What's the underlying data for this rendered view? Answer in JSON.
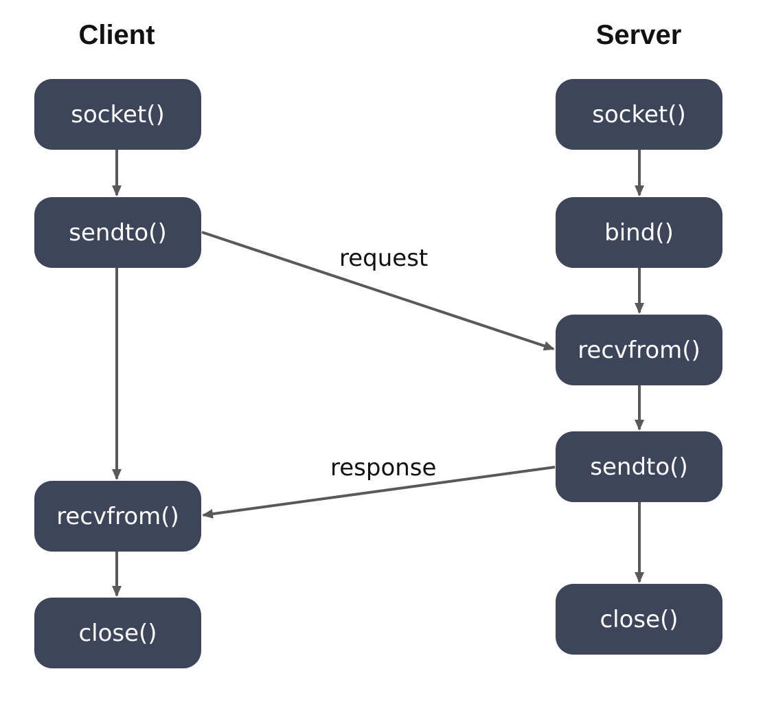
{
  "columns": {
    "client": {
      "title": "Client",
      "steps": {
        "socket": "socket()",
        "sendto": "sendto()",
        "recvfrom": "recvfrom()",
        "close": "close()"
      }
    },
    "server": {
      "title": "Server",
      "steps": {
        "socket": "socket()",
        "bind": "bind()",
        "recvfrom": "recvfrom()",
        "sendto": "sendto()",
        "close": "close()"
      }
    }
  },
  "messages": {
    "request": "request",
    "response": "response"
  },
  "colors": {
    "node_fill": "#3c4559",
    "node_text": "#ffffff",
    "arrow": "#595959",
    "text": "#111111"
  }
}
